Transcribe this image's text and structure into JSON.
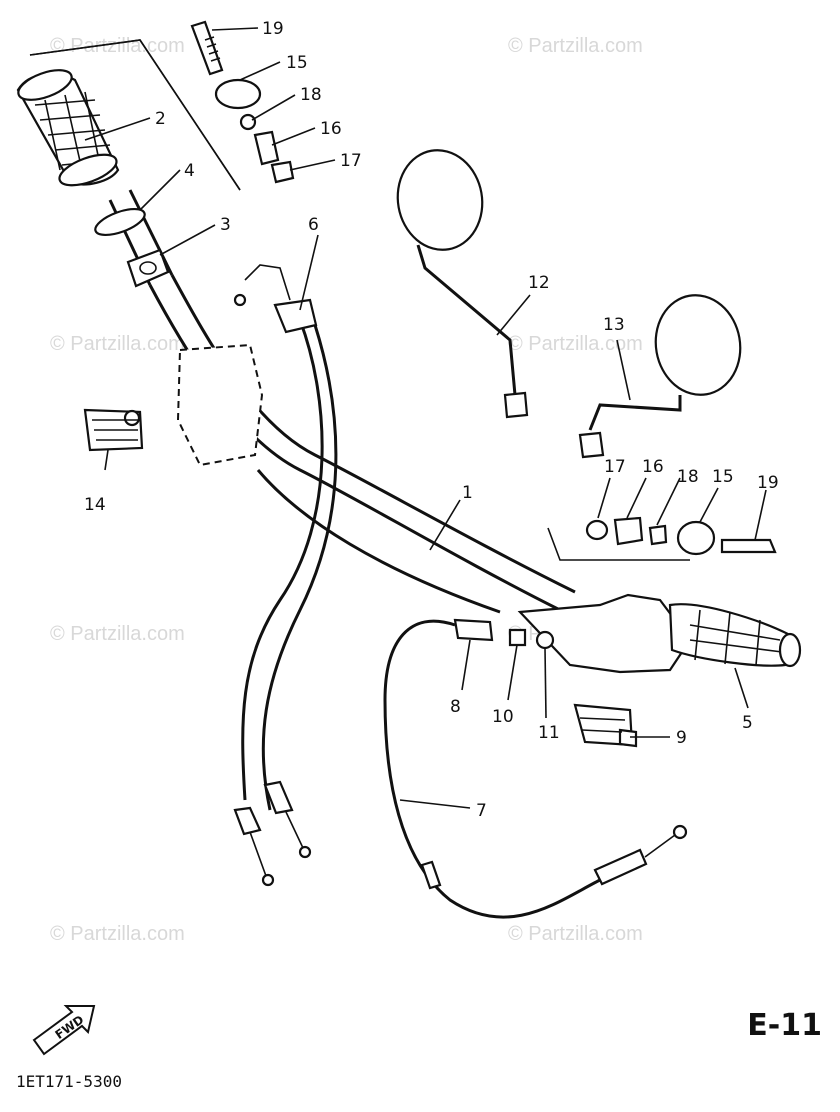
{
  "diagram": {
    "page_code": "E-11",
    "document_number": "1ET171-5300",
    "fwd_label": "FWD",
    "watermark": "© Partzilla.com",
    "callouts": [
      "19",
      "15",
      "18",
      "16",
      "17",
      "2",
      "4",
      "3",
      "6",
      "12",
      "13",
      "14",
      "1",
      "17",
      "16",
      "18",
      "15",
      "19",
      "8",
      "10",
      "11",
      "9",
      "5",
      "7"
    ]
  }
}
